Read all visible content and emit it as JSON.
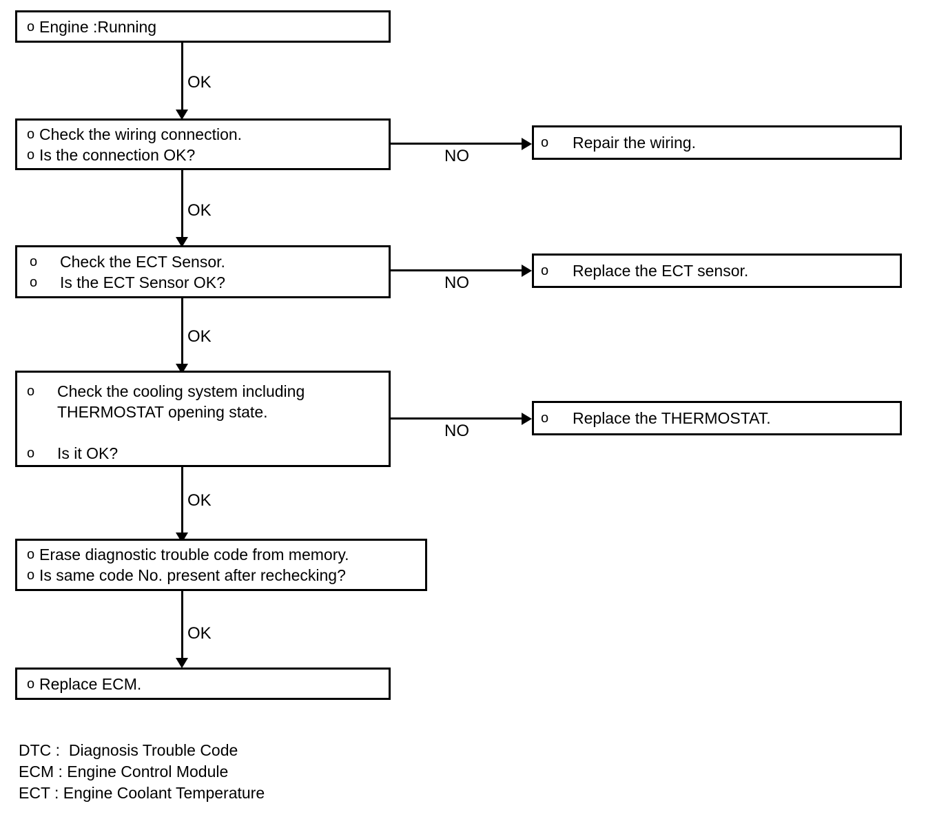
{
  "diagram": {
    "title": "DTC diagnostic flowchart",
    "bullet_glyph": "o",
    "line_color": "#000000",
    "background_color": "#ffffff"
  },
  "nodes": {
    "engine_running": {
      "lines": [
        "Engine :Running"
      ]
    },
    "check_wiring": {
      "lines": [
        "Check the wiring connection.",
        "Is the connection OK?"
      ]
    },
    "repair_wiring": {
      "lines": [
        "Repair the wiring."
      ]
    },
    "check_ect_sensor": {
      "lines": [
        "Check the ECT Sensor.",
        "Is the ECT Sensor OK?"
      ]
    },
    "replace_ect_sensor": {
      "lines": [
        "Replace the ECT sensor."
      ]
    },
    "check_cooling_system": {
      "line1": "Check the cooling system including THERMOSTAT opening state.",
      "line2": "Is it OK?"
    },
    "replace_thermostat": {
      "lines": [
        "Replace the THERMOSTAT."
      ]
    },
    "erase_dtc": {
      "lines": [
        "Erase diagnostic trouble code from memory.",
        "Is same code No. present after rechecking?"
      ]
    },
    "replace_ecm": {
      "lines": [
        "Replace ECM."
      ]
    }
  },
  "edges": {
    "ok_1": "OK",
    "ok_2": "OK",
    "ok_3": "OK",
    "ok_4": "OK",
    "ok_5": "OK",
    "no_1": "NO",
    "no_2": "NO",
    "no_3": "NO"
  },
  "legend": {
    "lines": [
      "DTC :  Diagnosis Trouble Code",
      "ECM : Engine Control Module",
      "ECT : Engine Coolant Temperature"
    ]
  }
}
